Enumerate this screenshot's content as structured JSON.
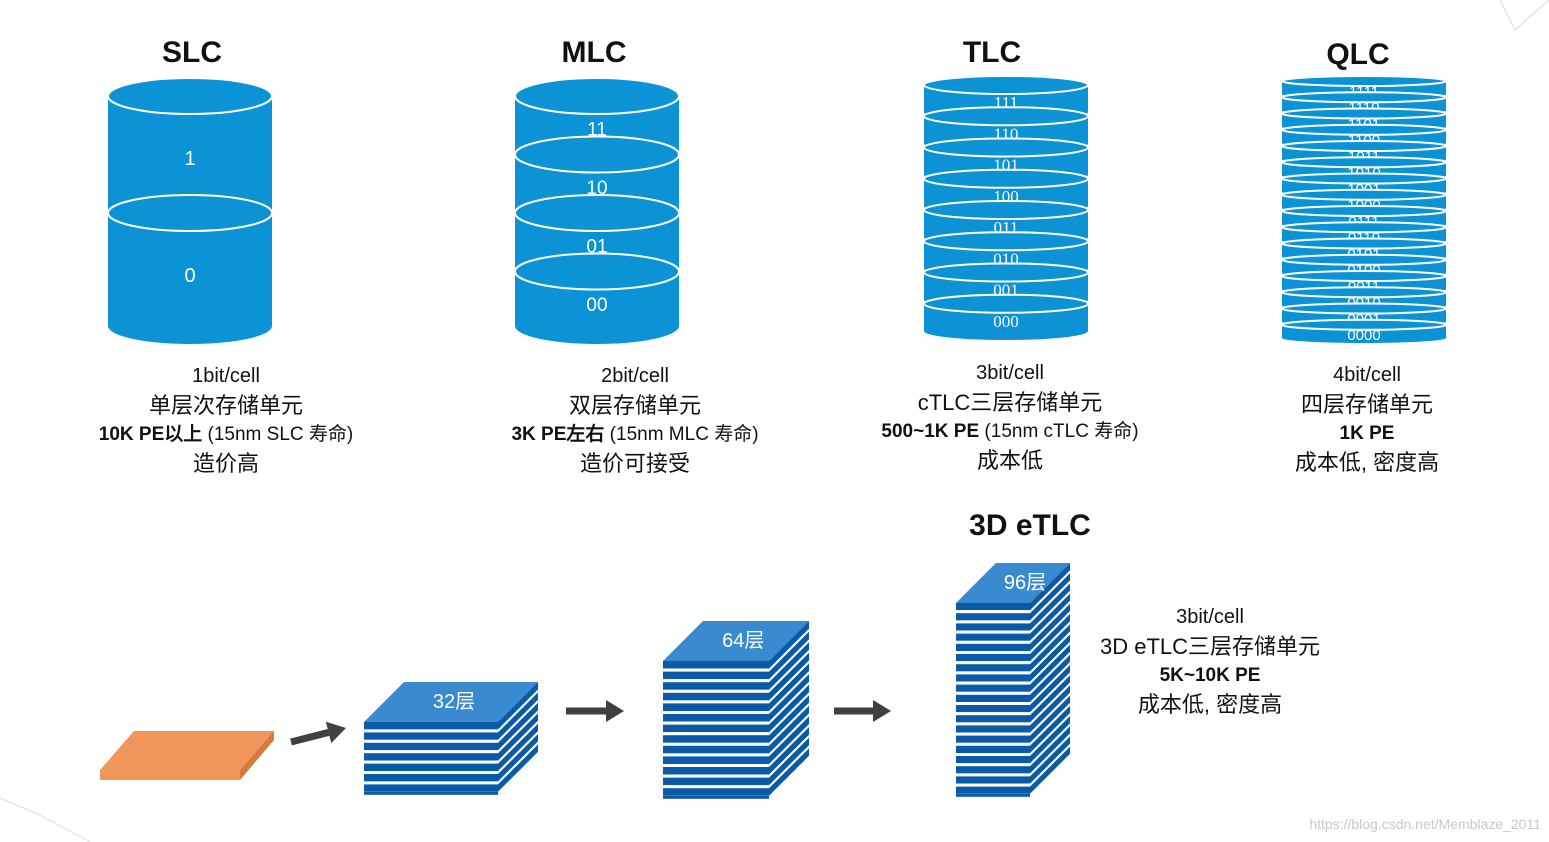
{
  "colors": {
    "cylinder": "#0c93d6",
    "cylinder_dark": "#0876b0",
    "stack_top": "#3a8ad0",
    "stack_side": "#0b5aa7",
    "base": "#f0965a",
    "arrow": "#404040"
  },
  "slc": {
    "title": "SLC",
    "values": [
      "1",
      "0"
    ],
    "line1": "1bit/cell",
    "line2": "单层次存储单元",
    "line3_bold": "10K PE以上",
    "line3_rest": " (15nm SLC 寿命)",
    "line4": "造价高"
  },
  "mlc": {
    "title": "MLC",
    "values": [
      "11",
      "10",
      "01",
      "00"
    ],
    "line1": "2bit/cell",
    "line2": "双层存储单元",
    "line3_bold": "3K PE左右",
    "line3_rest": " (15nm MLC 寿命)",
    "line4": "造价可接受"
  },
  "tlc": {
    "title": "TLC",
    "values": [
      "111",
      "110",
      "101",
      "100",
      "011",
      "010",
      "001",
      "000"
    ],
    "line1": "3bit/cell",
    "line2": "cTLC三层存储单元",
    "line3_bold": "500~1K PE",
    "line3_rest": " (15nm cTLC 寿命)",
    "line4": "成本低"
  },
  "qlc": {
    "title": "QLC",
    "values": [
      "1111",
      "1110",
      "1101",
      "1100",
      "1011",
      "1010",
      "1001",
      "1000",
      "0111",
      "0110",
      "0101",
      "0100",
      "0011",
      "0010",
      "0001",
      "0000"
    ],
    "line1": "4bit/cell",
    "line2": "四层存储单元",
    "line3_bold": "1K PE",
    "line3_rest": "",
    "line4": "成本低, 密度高"
  },
  "etlc": {
    "title": "3D eTLC",
    "stack_labels": [
      "32层",
      "64层",
      "96层"
    ],
    "line1": "3bit/cell",
    "line2": "3D eTLC三层存储单元",
    "line3_bold": "5K~10K PE",
    "line4": "成本低, 密度高"
  },
  "watermark": "https://blog.csdn.net/Memblaze_2011"
}
